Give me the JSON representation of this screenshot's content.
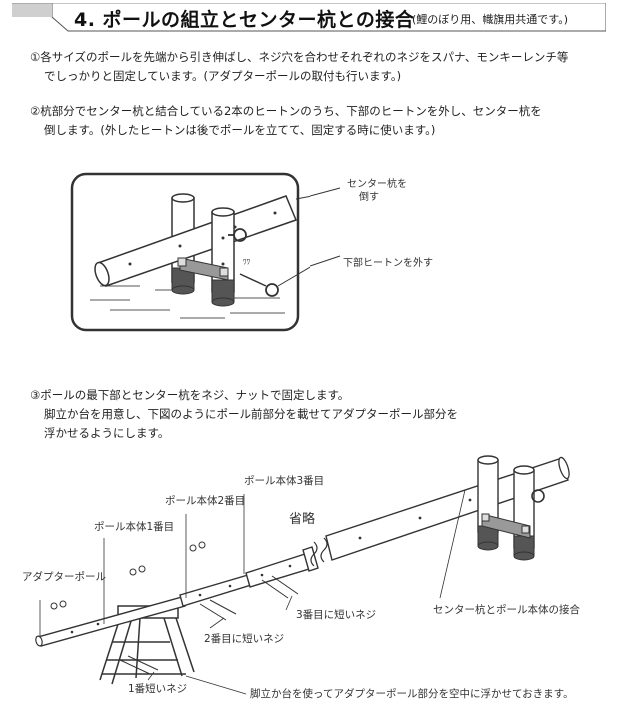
{
  "header": {
    "title": "4. ポールの組立とセンター杭との接合",
    "subtitle": "(鯉のぼり用、幟旗用共通です。)"
  },
  "steps": [
    {
      "line1": "①各サイズのポールを先端から引き伸ばし、ネジ穴を合わせそれぞれのネジをスパナ、モンキーレンチ等",
      "line2": "でしっかりと固定しています。(アダプターポールの取付も行います。)"
    },
    {
      "line1": "②杭部分でセンター杭と結合している2本のヒートンのうち、下部のヒートンを外し、センター杭を",
      "line2": "倒します。(外したヒートンは後でポールを立てて、固定する時に使います。)"
    },
    {
      "line1": "③ポールの最下部とセンター杭をネジ、ナットで固定します。",
      "line2": "脚立か台を用意し、下図のようにポール前部分を載せてアダプターポール部分を",
      "line3": "浮かせるようにします。"
    }
  ],
  "figure1": {
    "label_center_stake_1": "センター杭を",
    "label_center_stake_2": "倒す",
    "label_remove_hook": "下部ヒートンを外す"
  },
  "figure2": {
    "label_pole3": "ポール本体3番目",
    "label_pole2": "ポール本体2番目",
    "label_pole1": "ポール本体1番目",
    "label_adapter": "アダプターポール",
    "label_omitted": "省略",
    "label_joint": "センター杭とポール本体の接合",
    "label_short3": "3番目に短いネジ",
    "label_short2": "2番目に短いネジ",
    "label_short1": "1番短いネジ",
    "label_ladder": "脚立か台を使ってアダプターポール部分を空中に浮かせておきます。"
  }
}
